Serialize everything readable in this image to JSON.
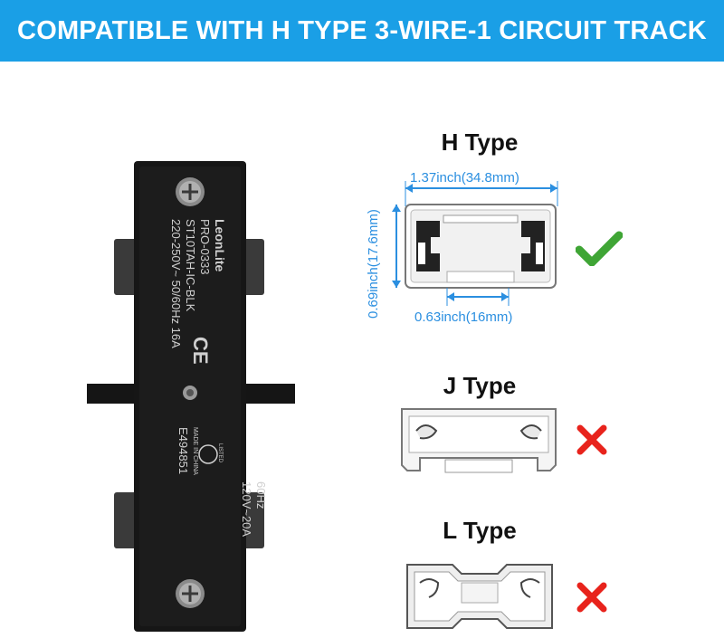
{
  "banner": {
    "title": "COMPATIBLE WITH H TYPE 3-WIRE-1 CIRCUIT TRACK"
  },
  "connector": {
    "brand": "LeonLite",
    "model": "PRO-0333",
    "part": "ST10TAH-IC-BLK",
    "rating": "220-250V~ 50/60Hz 16A",
    "mark": "CE",
    "cert_number": "E494851",
    "origin": "MADE IN CHINA",
    "ul_listed": "LISTED",
    "rating_us": "120V~20A",
    "freq_us": "60Hz"
  },
  "types": [
    {
      "name": "H Type",
      "compatible": true,
      "status_icon": "check-icon"
    },
    {
      "name": "J Type",
      "compatible": false,
      "status_icon": "cross-icon"
    },
    {
      "name": "L Type",
      "compatible": false,
      "status_icon": "cross-icon"
    }
  ],
  "h_dims": {
    "width": "1.37inch(34.8mm)",
    "height": "0.69inch(17.6mm)",
    "slot": "0.63inch(16mm)"
  },
  "colors": {
    "banner": "#1a9fe6",
    "check": "#3fa535",
    "cross": "#e8231c",
    "dimension": "#2b8fe0"
  }
}
